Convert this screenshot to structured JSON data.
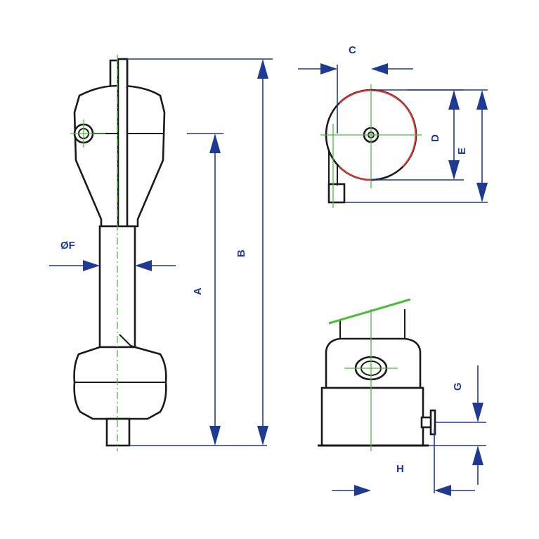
{
  "labels": {
    "A": "A",
    "B": "B",
    "C": "C",
    "D": "D",
    "E": "E",
    "F": "ØF",
    "G": "G",
    "H": "H"
  },
  "colors": {
    "dimension": "#1e3a93",
    "outline": "#1a1a1a",
    "centerline": "#4cbb3c",
    "highlight": "#d9352c"
  }
}
